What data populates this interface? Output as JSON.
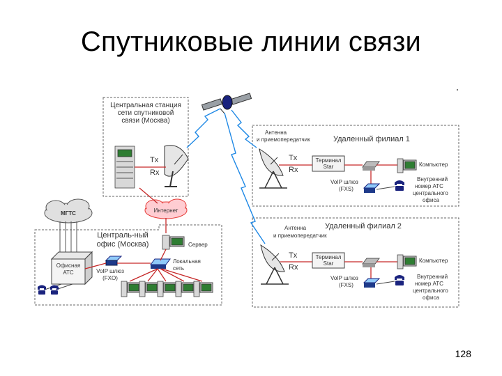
{
  "title": "Спутниковые линии связи",
  "page_number": "128",
  "diagram": {
    "central_station": "Центральная станция сети спутниковой связи (Москва)",
    "central_station_lines": [
      "Центральная станция",
      "сети спутниковой",
      "связи (Москва)"
    ],
    "tx": "Tx",
    "rx": "Rx",
    "internet": "Интернет",
    "mgts": "МГТС",
    "central_office_lines": [
      "Централь-ный",
      "офис (Москва)"
    ],
    "office_pbx_lines": [
      "Офисная",
      "АТС"
    ],
    "voip_fxo_lines": [
      "VoIP шлюз",
      "(FXO)"
    ],
    "server": "Сервер",
    "lan_lines": [
      "Локальная",
      "сеть"
    ],
    "branch1_title": "Удаленный филиал 1",
    "branch2_title": "Удаленный филиал 2",
    "antenna_lines": [
      "Антенна",
      "и приемопередатчик"
    ],
    "terminal_lines": [
      "Терминал",
      "Star"
    ],
    "computer": "Компьютер",
    "voip_fxs_lines": [
      "VoIP шлюз",
      "(FXS)"
    ],
    "ext_number_lines": [
      "Внутренний",
      "номер АТС",
      "центрального",
      "офиса"
    ]
  }
}
